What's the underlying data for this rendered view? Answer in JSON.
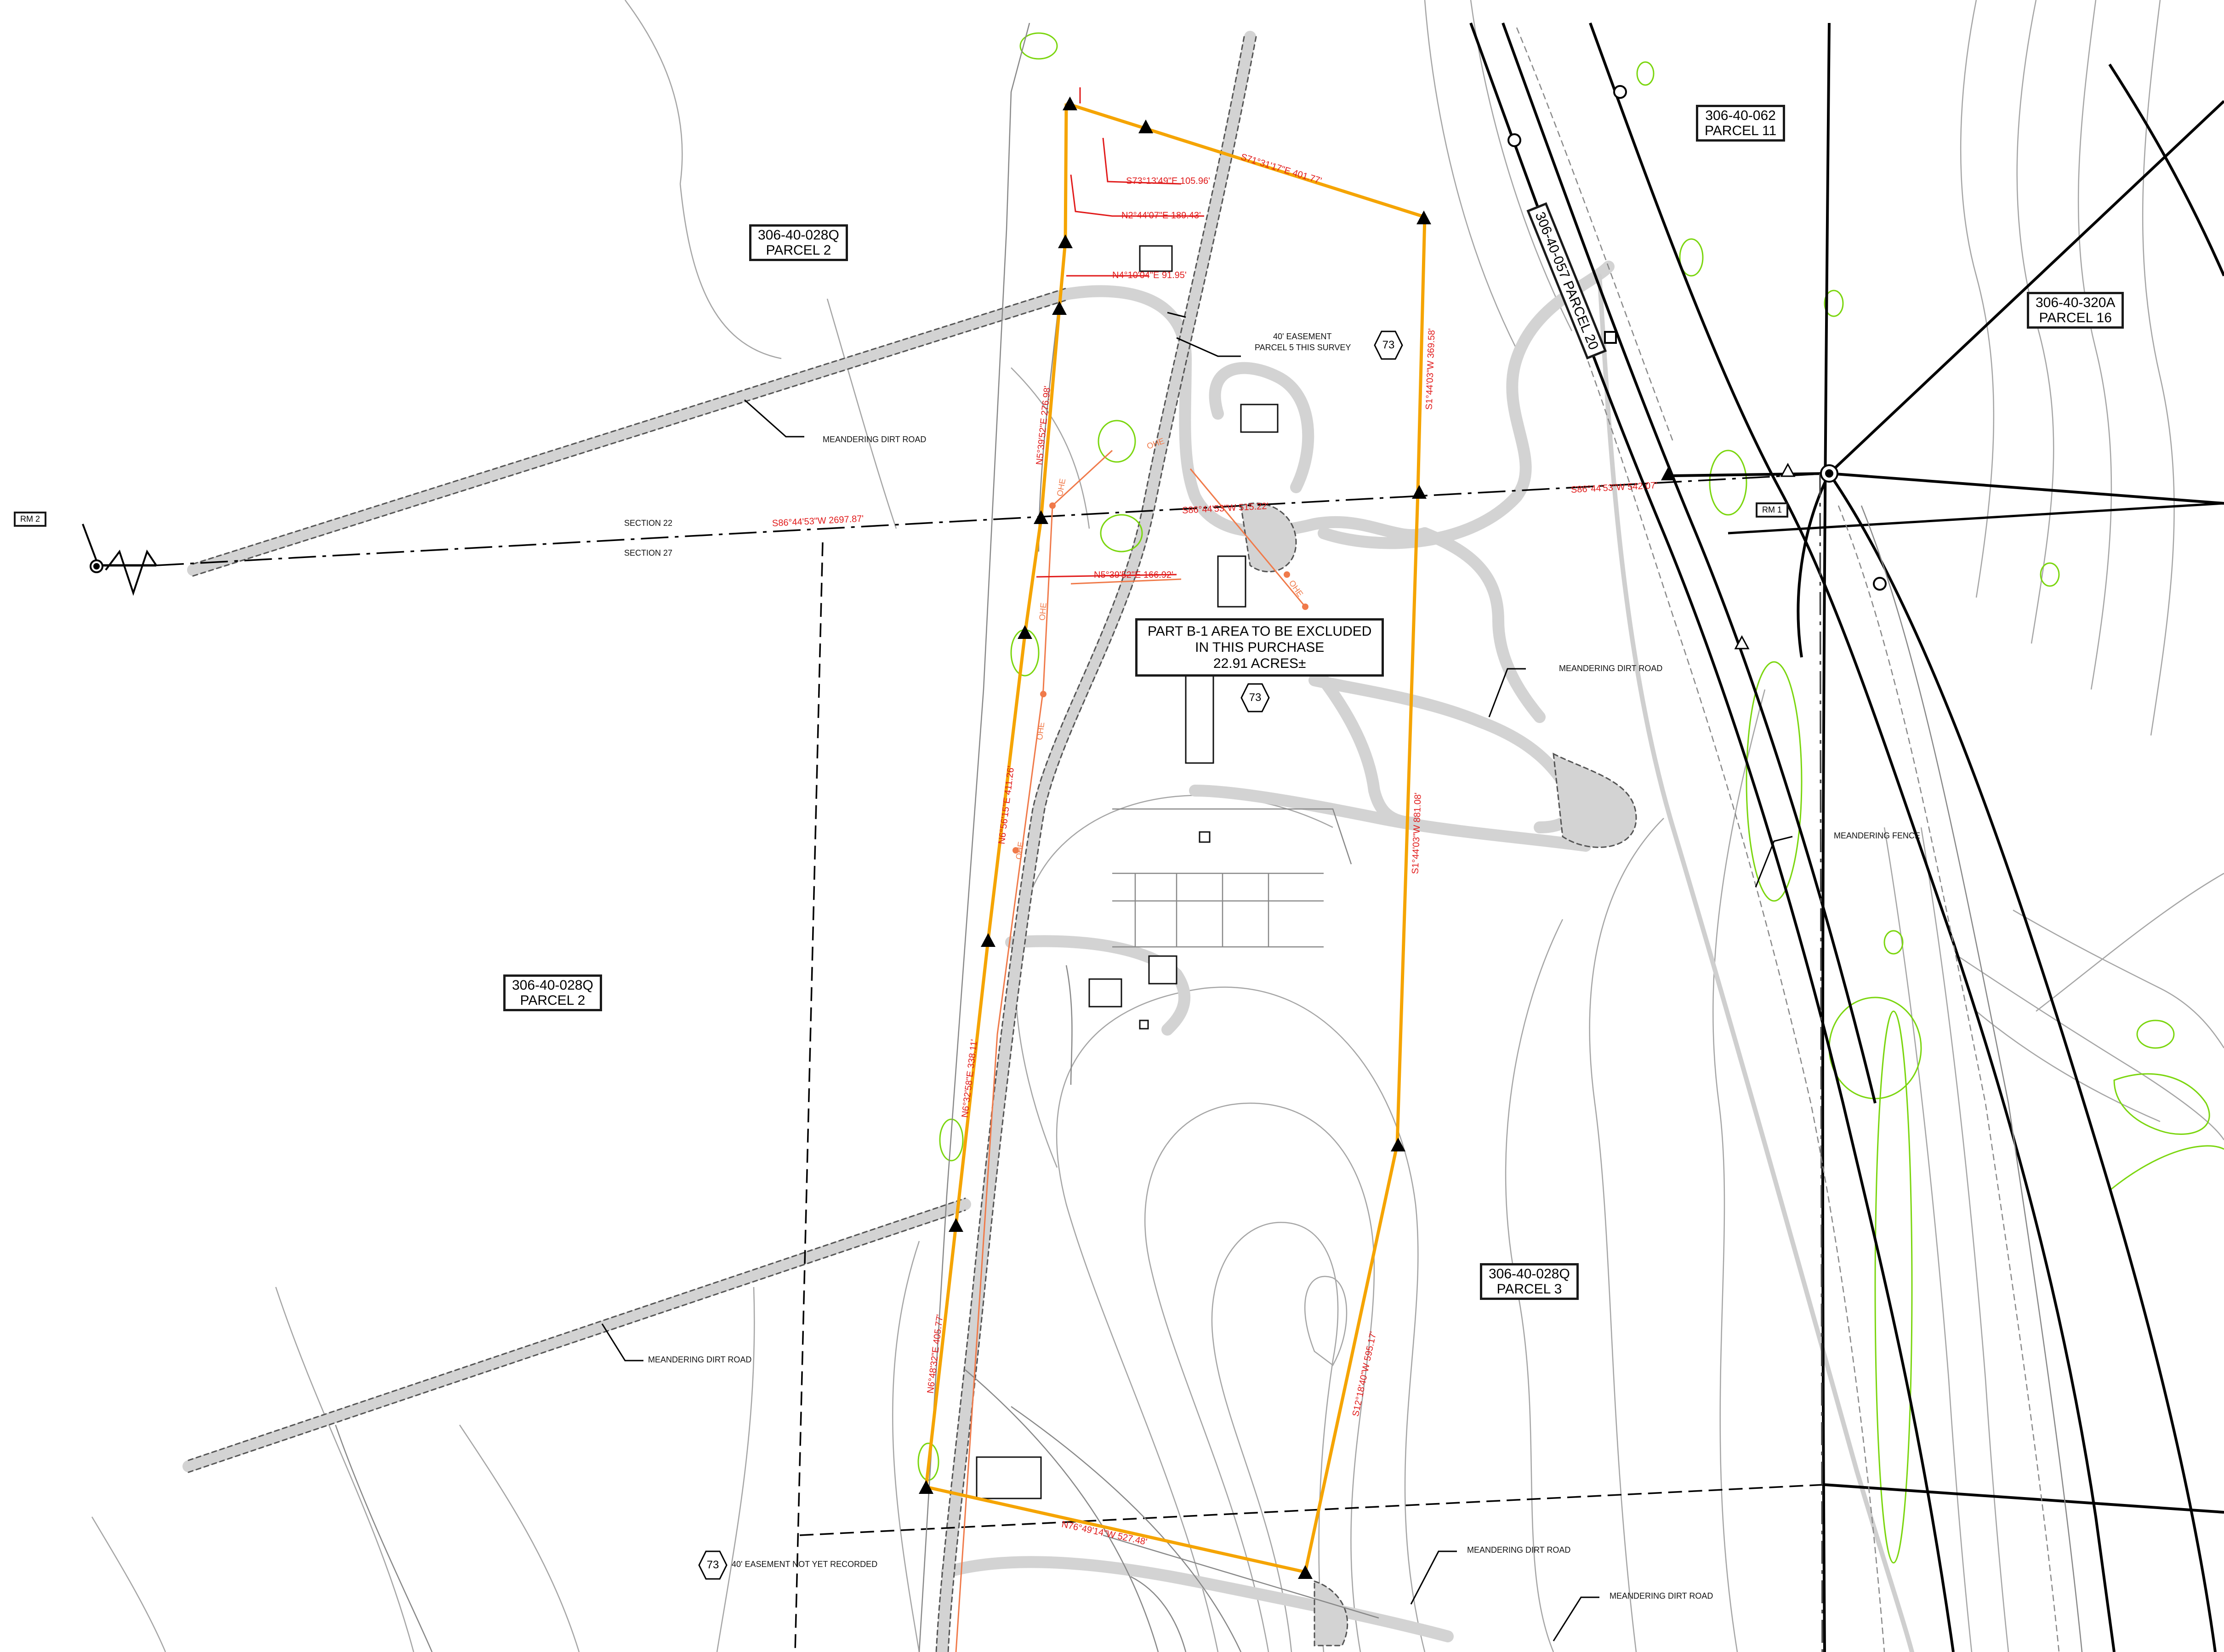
{
  "parcels": {
    "p028q_top": {
      "apn": "306-40-028Q",
      "parcel": "PARCEL 2"
    },
    "p028q_mid": {
      "apn": "306-40-028Q",
      "parcel": "PARCEL 2"
    },
    "p028q_p3": {
      "apn": "306-40-028Q",
      "parcel": "PARCEL 3"
    },
    "p062": {
      "apn": "306-40-062",
      "parcel": "PARCEL 11"
    },
    "p320a": {
      "apn": "306-40-320A",
      "parcel": "PARCEL 16"
    },
    "p057": {
      "text": "306-40-057 PARCEL 20"
    }
  },
  "exclusion": {
    "line1": "PART B-1 AREA TO BE EXCLUDED",
    "line2": "IN THIS PURCHASE",
    "line3": "22.91 ACRES±"
  },
  "notes": {
    "easement_parcel5_a": "40' EASEMENT",
    "easement_parcel5_b": "PARCEL 5 THIS SURVEY",
    "easement_unrecorded": "40' EASEMENT NOT YET RECORDED",
    "road_1": "MEANDERING DIRT ROAD",
    "road_2": "MEANDERING DIRT ROAD",
    "road_3": "MEANDERING DIRT ROAD",
    "road_4": "MEANDERING DIRT ROAD",
    "road_5": "MEANDERING DIRT ROAD",
    "fence": "MEANDERING FENCE",
    "section_22": "SECTION 22",
    "section_27": "SECTION 27",
    "rm1": "RM 1",
    "rm2": "RM 2",
    "ohe": "OHE"
  },
  "hex_note": "73",
  "bearings": {
    "b1": "S71°31'17\"E  401.77'",
    "b2": "S73°13'49\"E  105.96'",
    "b3": "N2°44'07\"E  189.43'",
    "b4": "N4°10'04\"E  91.95'",
    "b5": "N5°39'52\"E  276.98'",
    "b6": "S86°44'53\"W  2697.87'",
    "b7": "S86°44'53\"W  515.22'",
    "b8": "S86°44'53\"W  542.07'",
    "b9": "N5°39'52\"E  166.92'",
    "b10": "S1°44'03\"W  369.58'",
    "b11": "S1°44'03\"W  881.08'",
    "b12": "N6°56'15\"E  411.26'",
    "b13": "N6°32'58\"E  338.11'",
    "b14": "N6°48'32\"E  405.77'",
    "b15": "S12°18'40\"W  595.17'",
    "b16": "N76°49'14\"W  527.48'"
  },
  "colors": {
    "boundary": "#f5a400",
    "bearing_text": "#e11b1b",
    "ohe": "#f07a4a",
    "vegetation": "#7bd60f",
    "road_fill": "#d3d3d3",
    "lines": "#000000",
    "contours": "#9a9a9a"
  }
}
